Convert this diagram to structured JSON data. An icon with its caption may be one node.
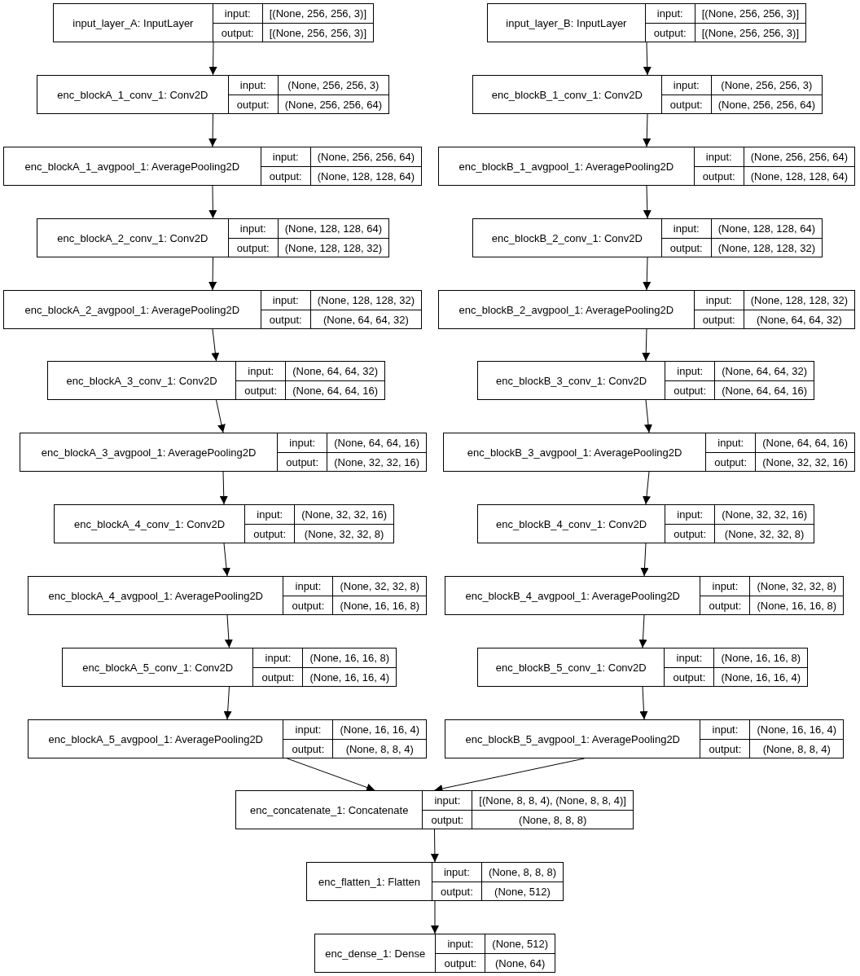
{
  "diagram": {
    "nodes": [
      {
        "text": [
          "input_layer_A: InputLayer",
          "input:",
          "[(None, 256, 256, 3)]",
          "output:",
          "[(None, 256, 256, 3)]"
        ]
      },
      {
        "text": [
          "input_layer_B: InputLayer",
          "input:",
          "[(None, 256, 256, 3)]",
          "output:",
          "[(None, 256, 256, 3)]"
        ]
      },
      {
        "text": [
          "enc_blockA_1_conv_1: Conv2D",
          "input:",
          "(None, 256, 256, 3)",
          "output:",
          "(None, 256, 256, 64)"
        ]
      },
      {
        "text": [
          "enc_blockB_1_conv_1: Conv2D",
          "input:",
          "(None, 256, 256, 3)",
          "output:",
          "(None, 256, 256, 64)"
        ]
      },
      {
        "text": [
          "enc_blockA_1_avgpool_1: AveragePooling2D",
          "input:",
          "(None, 256, 256, 64)",
          "output:",
          "(None, 128, 128, 64)"
        ]
      },
      {
        "text": [
          "enc_blockB_1_avgpool_1: AveragePooling2D",
          "input:",
          "(None, 256, 256, 64)",
          "output:",
          "(None, 128, 128, 64)"
        ]
      },
      {
        "text": [
          "enc_blockA_2_conv_1: Conv2D",
          "input:",
          "(None, 128, 128, 64)",
          "output:",
          "(None, 128, 128, 32)"
        ]
      },
      {
        "text": [
          "enc_blockB_2_conv_1: Conv2D",
          "input:",
          "(None, 128, 128, 64)",
          "output:",
          "(None, 128, 128, 32)"
        ]
      },
      {
        "text": [
          "enc_blockA_2_avgpool_1: AveragePooling2D",
          "input:",
          "(None, 128, 128, 32)",
          "output:",
          "(None, 64, 64, 32)"
        ]
      },
      {
        "text": [
          "enc_blockB_2_avgpool_1: AveragePooling2D",
          "input:",
          "(None, 128, 128, 32)",
          "output:",
          "(None, 64, 64, 32)"
        ]
      },
      {
        "text": [
          "enc_blockA_3_conv_1: Conv2D",
          "input:",
          "(None, 64, 64, 32)",
          "output:",
          "(None, 64, 64, 16)"
        ]
      },
      {
        "text": [
          "enc_blockB_3_conv_1: Conv2D",
          "input:",
          "(None, 64, 64, 32)",
          "output:",
          "(None, 64, 64, 16)"
        ]
      },
      {
        "text": [
          "enc_blockA_3_avgpool_1: AveragePooling2D",
          "input:",
          "(None, 64, 64, 16)",
          "output:",
          "(None, 32, 32, 16)"
        ]
      },
      {
        "text": [
          "enc_blockB_3_avgpool_1: AveragePooling2D",
          "input:",
          "(None, 64, 64, 16)",
          "output:",
          "(None, 32, 32, 16)"
        ]
      },
      {
        "text": [
          "enc_blockA_4_conv_1: Conv2D",
          "input:",
          "(None, 32, 32, 16)",
          "output:",
          "(None, 32, 32, 8)"
        ]
      },
      {
        "text": [
          "enc_blockB_4_conv_1: Conv2D",
          "input:",
          "(None, 32, 32, 16)",
          "output:",
          "(None, 32, 32, 8)"
        ]
      },
      {
        "text": [
          "enc_blockA_4_avgpool_1: AveragePooling2D",
          "input:",
          "(None, 32, 32, 8)",
          "output:",
          "(None, 16, 16, 8)"
        ]
      },
      {
        "text": [
          "enc_blockB_4_avgpool_1: AveragePooling2D",
          "input:",
          "(None, 32, 32, 8)",
          "output:",
          "(None, 16, 16, 8)"
        ]
      },
      {
        "text": [
          "enc_blockA_5_conv_1: Conv2D",
          "input:",
          "(None, 16, 16, 8)",
          "output:",
          "(None, 16, 16, 4)"
        ]
      },
      {
        "text": [
          "enc_blockB_5_conv_1: Conv2D",
          "input:",
          "(None, 16, 16, 8)",
          "output:",
          "(None, 16, 16, 4)"
        ]
      },
      {
        "text": [
          "enc_blockA_5_avgpool_1: AveragePooling2D",
          "input:",
          "(None, 16, 16, 4)",
          "output:",
          "(None, 8, 8, 4)"
        ]
      },
      {
        "text": [
          "enc_blockB_5_avgpool_1: AveragePooling2D",
          "input:",
          "(None, 16, 16, 4)",
          "output:",
          "(None, 8, 8, 4)"
        ]
      },
      {
        "text": [
          "enc_concatenate_1: Concatenate",
          "input:",
          "[(None, 8, 8, 4), (None, 8, 8, 4)]",
          "output:",
          "(None, 8, 8, 8)"
        ]
      },
      {
        "text": [
          "enc_flatten_1: Flatten",
          "input:",
          "(None, 8, 8, 8)",
          "output:",
          "(None, 512)"
        ]
      },
      {
        "text": [
          "enc_dense_1: Dense",
          "input:",
          "(None, 512)",
          "output:",
          "(None, 64)"
        ]
      }
    ],
    "edges": [
      {
        "from": 0,
        "to": 2,
        "arrow": "to"
      },
      {
        "from": 2,
        "to": 4,
        "arrow": "to"
      },
      {
        "from": 4,
        "to": 6,
        "arrow": "to"
      },
      {
        "from": 6,
        "to": 8,
        "arrow": "to"
      },
      {
        "from": 8,
        "to": 10,
        "arrow": "to"
      },
      {
        "from": 10,
        "to": 12,
        "arrow": "to"
      },
      {
        "from": 12,
        "to": 14,
        "arrow": "to"
      },
      {
        "from": 14,
        "to": 16,
        "arrow": "to"
      },
      {
        "from": 16,
        "to": 18,
        "arrow": "to"
      },
      {
        "from": 18,
        "to": 20,
        "arrow": "to"
      },
      {
        "from": 1,
        "to": 3,
        "arrow": "to"
      },
      {
        "from": 3,
        "to": 5,
        "arrow": "to"
      },
      {
        "from": 5,
        "to": 7,
        "arrow": "to"
      },
      {
        "from": 7,
        "to": 9,
        "arrow": "to"
      },
      {
        "from": 9,
        "to": 11,
        "arrow": "to"
      },
      {
        "from": 11,
        "to": 13,
        "arrow": "to"
      },
      {
        "from": 13,
        "to": 15,
        "arrow": "to"
      },
      {
        "from": 15,
        "to": 17,
        "arrow": "to"
      },
      {
        "from": 17,
        "to": 19,
        "arrow": "to"
      },
      {
        "from": 19,
        "to": 21,
        "arrow": "to"
      },
      {
        "from": 20,
        "to": 22,
        "arrow": "to"
      },
      {
        "from": 21,
        "to": 22,
        "arrow": "to"
      },
      {
        "from": 22,
        "to": 23,
        "arrow": "to"
      },
      {
        "from": 23,
        "to": 24,
        "arrow": "to"
      }
    ]
  }
}
